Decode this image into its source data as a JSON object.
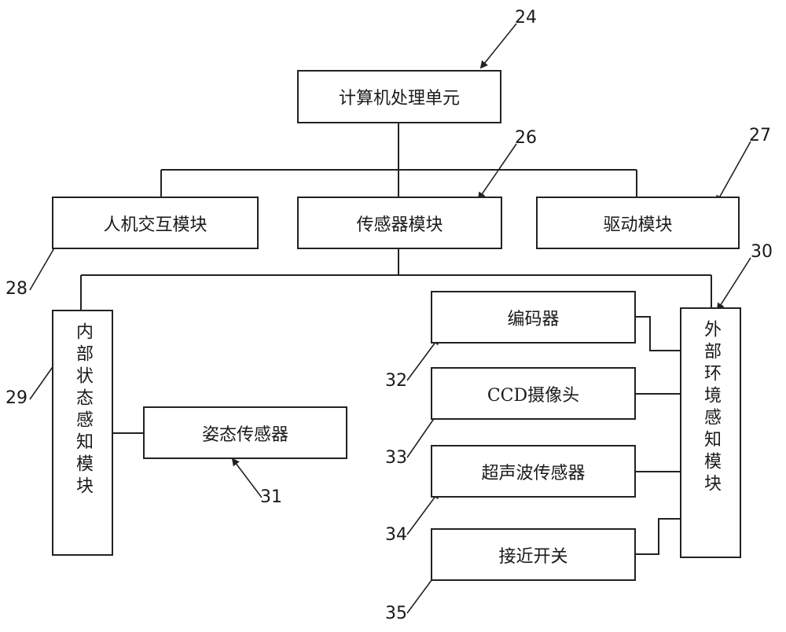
{
  "boxes": {
    "computer": "计算机处理单元",
    "hmi": "人机交互模块",
    "sensor": "传感器模块",
    "drive": "驱动模块",
    "internal": "内部状态感知模块",
    "attitude": "姿态传感器",
    "encoder": "编码器",
    "ccd": "CCD摄像头",
    "ultrasonic": "超声波传感器",
    "proximity": "接近开关",
    "external": "外部环境感知模块"
  },
  "refs": {
    "r24": "24",
    "r26": "26",
    "r27": "27",
    "r28": "28",
    "r29": "29",
    "r30": "30",
    "r31": "31",
    "r32": "32",
    "r33": "33",
    "r34": "34",
    "r35": "35"
  }
}
